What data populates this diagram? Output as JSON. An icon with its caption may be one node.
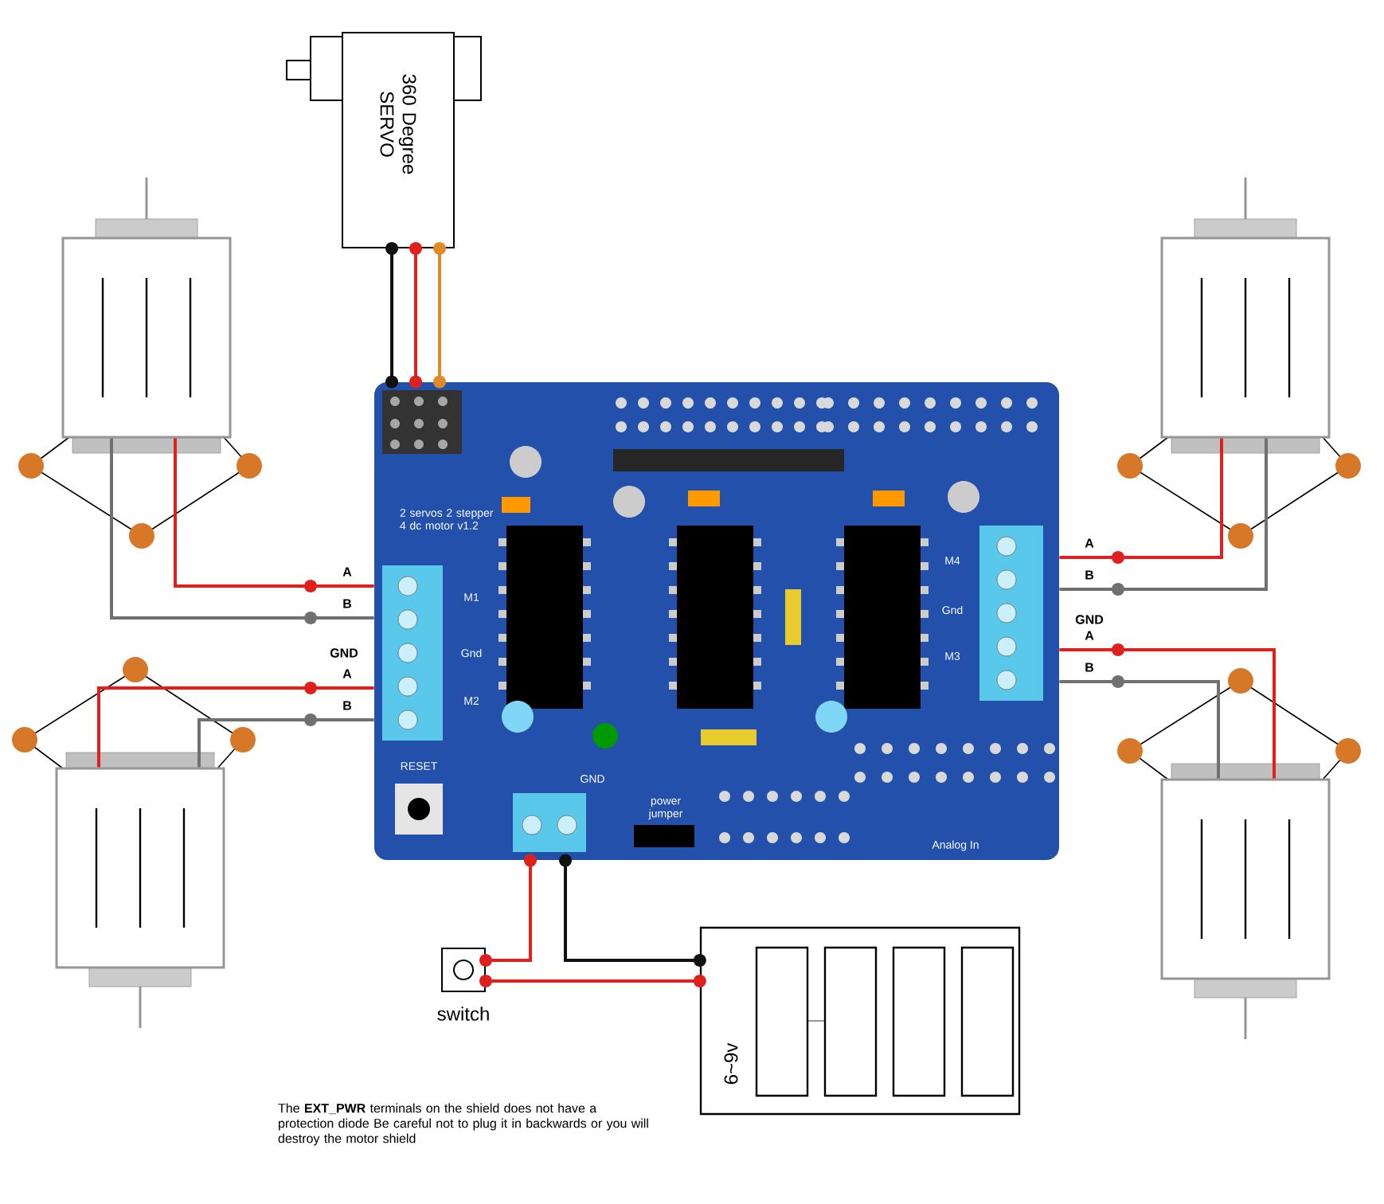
{
  "diagram": {
    "caption": "The **EXT_PWR** terminals on the shield does not have a protection diode Be careful not to plug it in backwards or you will destroy the motor shield",
    "nodes": [
      {
        "text": [
          "360 Degree SERVO"
        ]
      },
      {
        "text": [],
        "shape": "picture"
      },
      {
        "text": [],
        "shape": "picture"
      },
      {
        "text": [],
        "shape": "picture"
      },
      {
        "text": [],
        "shape": "picture"
      },
      {
        "text": [
          "2 servos 2 stepper 4 dc motor v1.2",
          "M1",
          "Gnd",
          "M2",
          "M4",
          "Gnd",
          "M3",
          "RESET",
          "GND",
          "power jumper",
          "Analog In"
        ]
      },
      {
        "text": [
          "switch"
        ]
      },
      {
        "text": [
          "6~9v"
        ]
      }
    ],
    "edges": [
      {
        "from": 0,
        "to": 5,
        "arrow": "other",
        "color": "#111111"
      },
      {
        "from": 0,
        "to": 5,
        "arrow": "other",
        "color": "#e0201c"
      },
      {
        "from": 0,
        "to": 5,
        "arrow": "other",
        "color": "#e08a2a"
      },
      {
        "from": 1,
        "to": 5,
        "arrow": "none",
        "color": "#e0201c"
      },
      {
        "from": 1,
        "to": 5,
        "arrow": "none",
        "color": "#707070"
      },
      {
        "from": 2,
        "to": 5,
        "arrow": "none",
        "color": "#e0201c"
      },
      {
        "from": 2,
        "to": 5,
        "arrow": "none",
        "color": "#707070"
      },
      {
        "from": 3,
        "to": 5,
        "arrow": "none",
        "color": "#e0201c"
      },
      {
        "from": 3,
        "to": 5,
        "arrow": "none",
        "color": "#707070"
      },
      {
        "from": 4,
        "to": 5,
        "arrow": "none",
        "color": "#e0201c"
      },
      {
        "from": 4,
        "to": 5,
        "arrow": "none",
        "color": "#707070"
      },
      {
        "from": 5,
        "to": 6,
        "arrow": "other",
        "color": "#e0201c"
      },
      {
        "from": 5,
        "to": 7,
        "arrow": "other",
        "color": "#111111"
      },
      {
        "from": 6,
        "to": 7,
        "arrow": "other",
        "color": "#e0201c"
      }
    ],
    "labels": [
      "A",
      "B",
      "GND",
      "A",
      "B",
      "A",
      "B",
      "GND",
      "A",
      "B"
    ]
  }
}
